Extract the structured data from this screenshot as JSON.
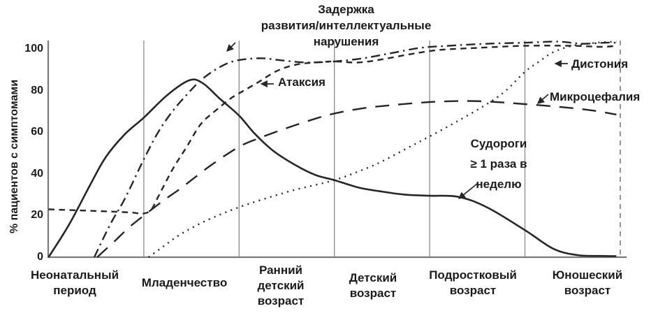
{
  "figure": {
    "background": "#ffffff",
    "ink_color": "#262626",
    "boundary_color": "#8b8b8b",
    "axis_color": "#7a7a7a"
  },
  "chart_data": {
    "type": "line",
    "ylabel": "% пациентов с симптомами",
    "y_ticks": [
      100,
      80,
      60,
      40,
      20,
      0
    ],
    "ylim": [
      0,
      104
    ],
    "grid": "stage-boundaries-only",
    "legend_position": "inline-annotations",
    "x_stages": [
      {
        "lines": [
          "Неонатальный",
          "период"
        ]
      },
      {
        "lines": [
          "Младенчество"
        ]
      },
      {
        "lines": [
          "Ранний",
          "детский",
          "возраст"
        ]
      },
      {
        "lines": [
          "Детский",
          "возраст"
        ]
      },
      {
        "lines": [
          "Подростковый",
          "возраст"
        ]
      },
      {
        "lines": [
          "Юношеский",
          "возраст"
        ]
      }
    ],
    "x_unit_note": "x in age-period units, 0 = start of neonatal period, 6 = end of chart",
    "series": [
      {
        "name": "Судороги ≥ 1 раза в неделю",
        "line_style": "solid",
        "points": [
          [
            0,
            0
          ],
          [
            0.22,
            16
          ],
          [
            0.44,
            35
          ],
          [
            0.6,
            48
          ],
          [
            0.8,
            59
          ],
          [
            1.0,
            67
          ],
          [
            1.25,
            78
          ],
          [
            1.48,
            85
          ],
          [
            1.62,
            83.5
          ],
          [
            1.8,
            76
          ],
          [
            2.0,
            68
          ],
          [
            2.16,
            59.5
          ],
          [
            2.36,
            51
          ],
          [
            2.6,
            44
          ],
          [
            2.8,
            39.5
          ],
          [
            3.0,
            37
          ],
          [
            3.25,
            33.5
          ],
          [
            3.5,
            31.5
          ],
          [
            3.75,
            30
          ],
          [
            4.0,
            29.5
          ],
          [
            4.3,
            29
          ],
          [
            4.6,
            24
          ],
          [
            5.0,
            13
          ],
          [
            5.3,
            4
          ],
          [
            5.55,
            1
          ],
          [
            5.8,
            0.6
          ],
          [
            5.96,
            0.5
          ]
        ]
      },
      {
        "name": "Задержка развития/интеллектуальные нарушения",
        "line_style": "dash-dot",
        "points": [
          [
            0.48,
            0
          ],
          [
            0.65,
            16
          ],
          [
            0.8,
            28
          ],
          [
            1.0,
            47
          ],
          [
            1.15,
            60
          ],
          [
            1.3,
            70
          ],
          [
            1.45,
            78
          ],
          [
            1.6,
            85
          ],
          [
            1.75,
            90
          ],
          [
            1.9,
            93.5
          ],
          [
            2.05,
            95
          ],
          [
            2.25,
            95.5
          ],
          [
            2.45,
            94.5
          ],
          [
            2.7,
            93.5
          ],
          [
            3.0,
            94
          ],
          [
            3.3,
            95.5
          ],
          [
            3.6,
            98
          ],
          [
            3.9,
            100.5
          ],
          [
            4.2,
            101.5
          ],
          [
            4.6,
            102.5
          ],
          [
            5.0,
            103
          ],
          [
            5.35,
            103.5
          ],
          [
            5.6,
            102.5
          ],
          [
            5.85,
            103
          ],
          [
            5.96,
            103
          ]
        ]
      },
      {
        "name": "Атаксия",
        "line_style": "dash",
        "points": [
          [
            0,
            23
          ],
          [
            0.3,
            22.5
          ],
          [
            0.6,
            22
          ],
          [
            0.85,
            21.5
          ],
          [
            1.0,
            21
          ],
          [
            1.08,
            23
          ],
          [
            1.15,
            29
          ],
          [
            1.3,
            42
          ],
          [
            1.45,
            53
          ],
          [
            1.6,
            64
          ],
          [
            1.77,
            71
          ],
          [
            1.92,
            76.5
          ],
          [
            2.05,
            80
          ],
          [
            2.2,
            84
          ],
          [
            2.4,
            89.5
          ],
          [
            2.6,
            92.5
          ],
          [
            2.8,
            93.5
          ],
          [
            3.0,
            94
          ],
          [
            3.25,
            93.5
          ],
          [
            3.5,
            95
          ],
          [
            3.8,
            97.5
          ],
          [
            4.1,
            99.5
          ],
          [
            4.5,
            100.5
          ],
          [
            5.0,
            101.5
          ],
          [
            5.5,
            101.5
          ],
          [
            5.8,
            101
          ],
          [
            5.96,
            101.5
          ]
        ]
      },
      {
        "name": "Микроцефалия",
        "line_style": "long-dash",
        "points": [
          [
            0.51,
            0
          ],
          [
            0.7,
            8
          ],
          [
            0.85,
            14.5
          ],
          [
            1.0,
            20
          ],
          [
            1.2,
            27
          ],
          [
            1.4,
            33.5
          ],
          [
            1.7,
            44
          ],
          [
            2.0,
            53
          ],
          [
            2.2,
            57
          ],
          [
            2.5,
            62
          ],
          [
            2.8,
            66.5
          ],
          [
            3.0,
            69
          ],
          [
            3.3,
            71.5
          ],
          [
            3.6,
            73
          ],
          [
            4.0,
            74.5
          ],
          [
            4.4,
            75
          ],
          [
            4.7,
            74.5
          ],
          [
            5.0,
            73.5
          ],
          [
            5.4,
            72
          ],
          [
            5.7,
            70.5
          ],
          [
            5.96,
            68.5
          ]
        ]
      },
      {
        "name": "Дистония",
        "line_style": "dotted",
        "points": [
          [
            1.05,
            0
          ],
          [
            1.2,
            5
          ],
          [
            1.35,
            10
          ],
          [
            1.5,
            14
          ],
          [
            1.7,
            18.5
          ],
          [
            2.0,
            24
          ],
          [
            2.3,
            28.5
          ],
          [
            2.6,
            32.5
          ],
          [
            3.0,
            37
          ],
          [
            3.3,
            42
          ],
          [
            3.5,
            46
          ],
          [
            3.75,
            52
          ],
          [
            4.0,
            58
          ],
          [
            4.3,
            65.5
          ],
          [
            4.6,
            73.5
          ],
          [
            4.8,
            80
          ],
          [
            5.0,
            89
          ],
          [
            5.15,
            94
          ],
          [
            5.3,
            98.5
          ],
          [
            5.5,
            101.5
          ],
          [
            5.75,
            103
          ],
          [
            5.96,
            103.5
          ]
        ]
      }
    ]
  },
  "annotations": {
    "delay": [
      "Задержка",
      "развития/интеллектуальные",
      "нарушения"
    ],
    "ataxia": "Атаксия",
    "dystonia": "Дистония",
    "microcephaly": "Микроцефалия",
    "seizures": [
      "Судороги",
      "≥ 1 раза в",
      "неделю"
    ]
  }
}
